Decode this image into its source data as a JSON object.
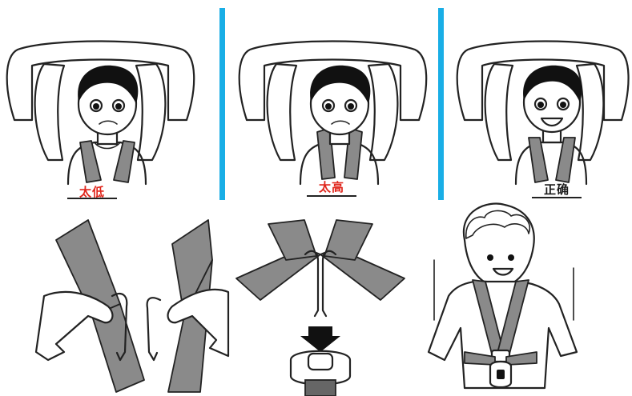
{
  "captions": {
    "too_low": "太低",
    "too_high": "太高",
    "correct": "正确"
  },
  "colors": {
    "divider": "#19aee6",
    "caption_warning": "#e0261c",
    "caption_correct": "#1a1a1a",
    "strap": "#8a8a8a",
    "outline": "#222222"
  },
  "icons": {
    "panel_1": "child-seat-strap-too-low",
    "panel_2": "child-seat-strap-too-high",
    "panel_3": "child-seat-strap-correct",
    "panel_4": "hands-attaching-strap-tongues",
    "panel_5": "buckle-insertion-arrow",
    "panel_6": "child-buckled-harness"
  }
}
